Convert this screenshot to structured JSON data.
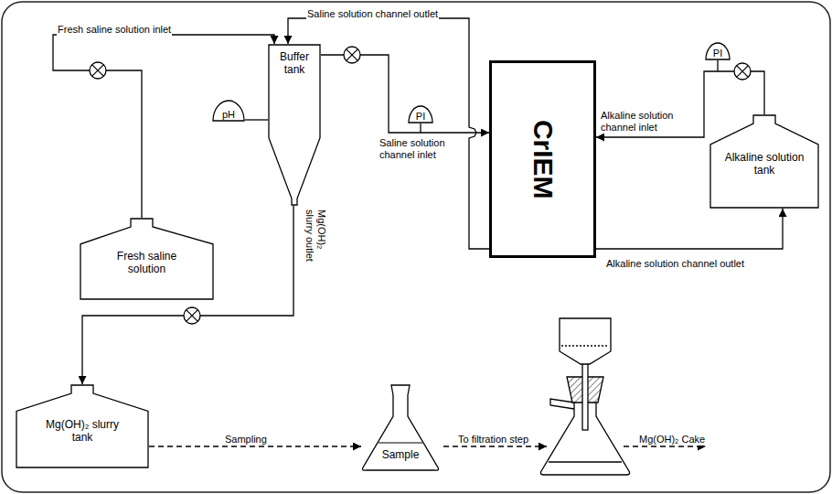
{
  "diagram": {
    "nodes": [
      {
        "text": [
          "Buffer tank"
        ]
      },
      {
        "text": [
          "PI"
        ]
      },
      {
        "text": [
          "CrIEM"
        ]
      },
      {
        "text": [
          "pH"
        ]
      },
      {
        "text": [
          "PI"
        ]
      },
      {
        "text": [
          "Alkaline solution tank"
        ]
      },
      {
        "text": [
          "Fresh saline solution"
        ]
      },
      {
        "text": [
          "Mg(OH)₂ slurry tank"
        ]
      },
      {
        "text": [
          "Sample"
        ]
      }
    ],
    "edges": [
      {
        "from": 6,
        "to": 0,
        "arrow": "to",
        "label": "Fresh saline solution inlet"
      },
      {
        "from": 2,
        "to": 0,
        "arrow": "to",
        "label": "Saline solution channel outlet"
      },
      {
        "from": 0,
        "to": 2,
        "arrow": "to",
        "label": "Saline solution channel inlet"
      },
      {
        "from": 5,
        "to": 2,
        "arrow": "to",
        "label": "Alkaline solution channel inlet"
      },
      {
        "from": 2,
        "to": 5,
        "arrow": "to",
        "label": "Alkaline solution channel outlet"
      },
      {
        "from": 0,
        "to": 7,
        "arrow": "to",
        "label": "Mg(OH)₂ slurry outlet"
      },
      {
        "from": 7,
        "to": 8,
        "arrow": "to",
        "label": "Sampling"
      },
      {
        "from": 3,
        "to": 0,
        "arrow": "none"
      }
    ],
    "labels": [
      "To filtration step",
      "Mg(OH)₂ Cake"
    ]
  }
}
